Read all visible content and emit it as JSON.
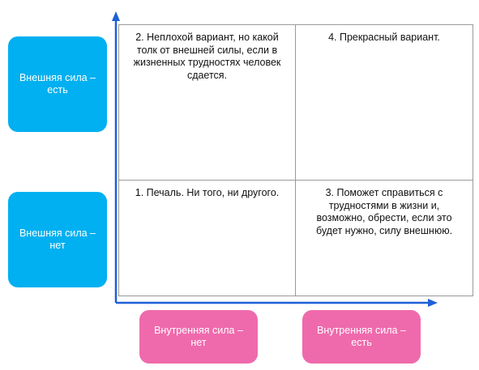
{
  "colors": {
    "blue_label": "#00b0f0",
    "pink_label": "#ef6aac",
    "axis": "#1f5fd8",
    "grid_border": "#9a9a9a"
  },
  "labels": {
    "external_yes": "Внешняя сила – есть",
    "external_no": "Внешняя сила – нет",
    "internal_no": "Внутренняя сила – нет",
    "internal_yes": "Внутренняя сила  – есть"
  },
  "cells": {
    "top_left": "2. Неплохой вариант, но какой толк от внешней силы, если в жизненных трудностях человек сдается.",
    "top_right": "4. Прекрасный вариант.",
    "bottom_left": "1. Печаль. Ни того, ни другого.",
    "bottom_right": "3. Поможет справиться с трудностями в жизни и, возможно, обрести, если это будет нужно, силу внешнюю."
  }
}
